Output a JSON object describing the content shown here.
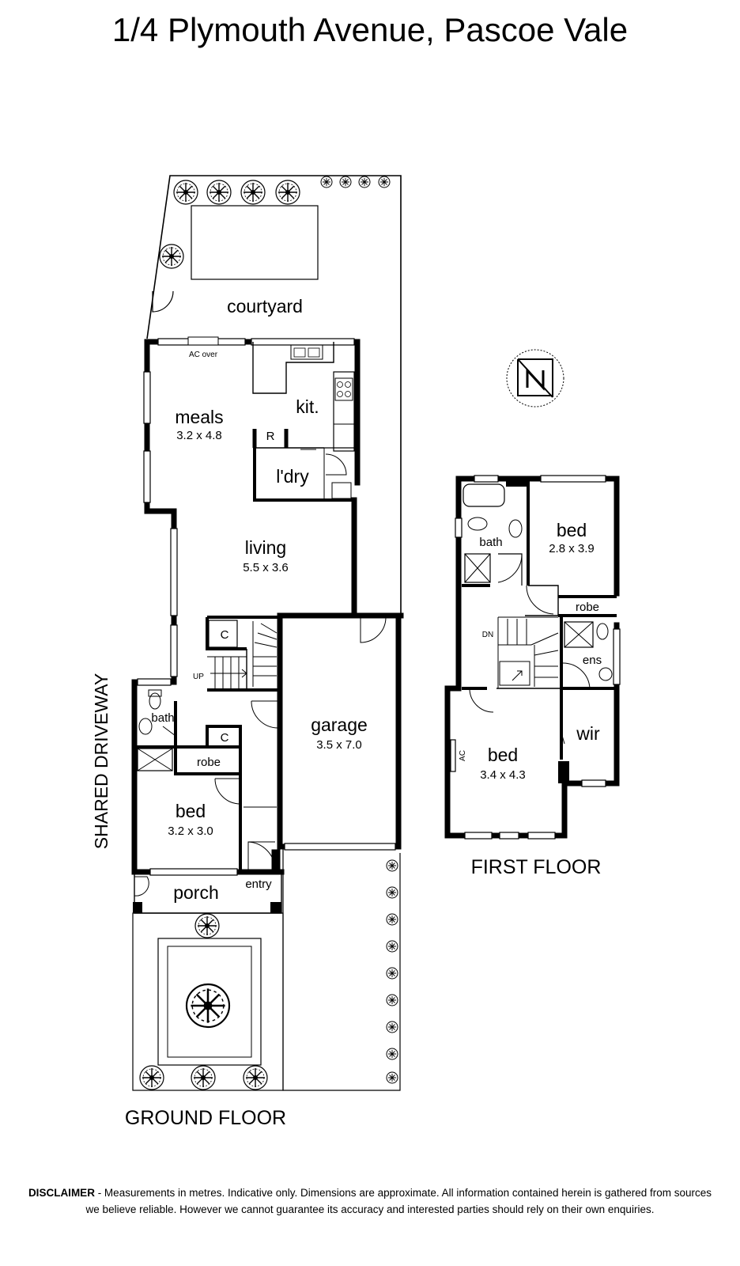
{
  "title": "1/4 Plymouth Avenue, Pascoe Vale",
  "ground_floor": {
    "label": "GROUND FLOOR",
    "side_label": "SHARED DRIVEWAY",
    "rooms": {
      "courtyard": {
        "name": "courtyard"
      },
      "ac_over": {
        "name": "AC over"
      },
      "meals": {
        "name": "meals",
        "dims": "3.2 x 4.8"
      },
      "kitchen": {
        "name": "kit."
      },
      "fridge": {
        "name": "R"
      },
      "laundry": {
        "name": "l'dry"
      },
      "living": {
        "name": "living",
        "dims": "5.5 x 3.6"
      },
      "cupboard_stair": {
        "name": "C"
      },
      "stair_up": {
        "name": "UP"
      },
      "bath": {
        "name": "bath"
      },
      "cupboard_bed": {
        "name": "C"
      },
      "robe": {
        "name": "robe"
      },
      "bed": {
        "name": "bed",
        "dims": "3.2 x 3.0"
      },
      "garage": {
        "name": "garage",
        "dims": "3.5 x 7.0"
      },
      "porch": {
        "name": "porch"
      },
      "entry": {
        "name": "entry"
      }
    }
  },
  "first_floor": {
    "label": "FIRST FLOOR",
    "rooms": {
      "bath": {
        "name": "bath"
      },
      "bed_north": {
        "name": "bed",
        "dims": "2.8 x 3.9"
      },
      "robe": {
        "name": "robe"
      },
      "stair_down": {
        "name": "DN"
      },
      "ensuite": {
        "name": "ens"
      },
      "wir": {
        "name": "wir"
      },
      "bed_main": {
        "name": "bed",
        "dims": "3.4 x 4.3"
      },
      "ac": {
        "name": "AC"
      }
    }
  },
  "compass": {
    "label": "N",
    "icon": "north-arrow-icon"
  },
  "disclaimer": {
    "heading": "DISCLAIMER",
    "text": " - Measurements in metres. Indicative only. Dimensions are approximate. All information contained herein is gathered from sources we believe reliable. However we cannot guarantee its accuracy and interested parties should rely on their own enquiries."
  }
}
